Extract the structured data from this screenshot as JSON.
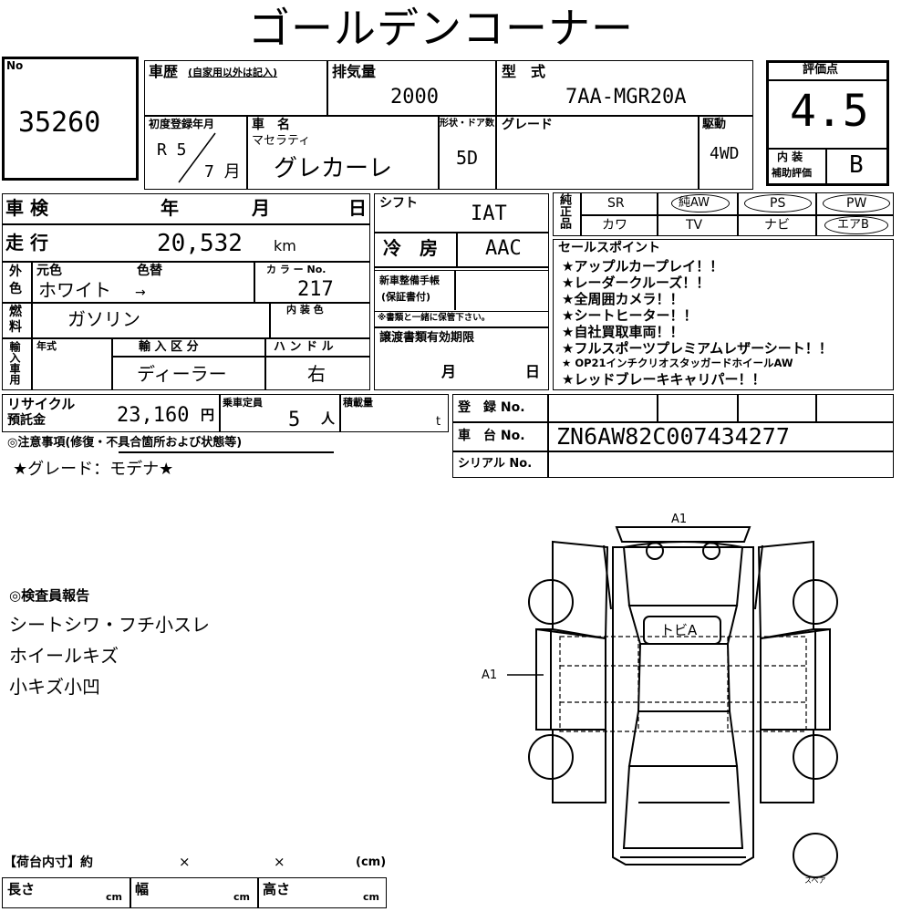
{
  "title": "ゴールデンコーナー",
  "entry": {
    "no_label": "No",
    "number": "35260"
  },
  "history": {
    "label": "車歴",
    "note": "(自家用以外は記入)"
  },
  "displacement": {
    "label": "排気量",
    "value": "2000"
  },
  "model": {
    "label": "型　式",
    "value": "7AA-MGR20A"
  },
  "score": {
    "label": "評価点",
    "value": "4.5",
    "interior_label_1": "内 装",
    "interior_label_2": "補助評価",
    "interior_value": "B"
  },
  "registration": {
    "label": "初度登録年月",
    "era": "R 5",
    "month": "7 月"
  },
  "car_name": {
    "label": "車　名",
    "maker": "マセラティ",
    "name": "グレカーレ"
  },
  "doors": {
    "label": "形状・ドア数",
    "value": "5D"
  },
  "grade": {
    "label": "グレード"
  },
  "drive": {
    "label": "駆動",
    "value": "4WD"
  },
  "inspection": {
    "label": "車 検",
    "year": "年",
    "month": "月",
    "day": "日"
  },
  "shift": {
    "label": "シフト",
    "value": "IAT"
  },
  "mileage": {
    "label": "走 行",
    "value": "20,532",
    "unit": "km"
  },
  "ac": {
    "label": "冷　房",
    "value": "AAC"
  },
  "color": {
    "side_1": "外",
    "side_2": "色",
    "orig_label": "元色",
    "change_label": "色替",
    "orig_value": "ホワイト",
    "arrow": "→",
    "code_label": "カ ラ ー No.",
    "code_value": "217",
    "interior_label": "内 装 色"
  },
  "warranty": {
    "label_1": "新車整備手帳",
    "label_2": "(保証書付)",
    "note": "※書類と一緒に保管下さい。"
  },
  "fuel": {
    "side_1": "燃",
    "side_2": "料",
    "value": "ガソリン"
  },
  "import": {
    "side": "輸入車用",
    "year_label": "年式",
    "category_label": "輸 入 区 分",
    "category_value": "ディーラー",
    "handle_label": "ハ ン ド ル",
    "handle_value": "右"
  },
  "transfer": {
    "label": "譲渡書類有効期限",
    "month": "月",
    "day": "日"
  },
  "equipment": {
    "side": "純正品",
    "row1": [
      "SR",
      "純AW",
      "PS",
      "PW"
    ],
    "row2": [
      "カワ",
      "TV",
      "ナビ",
      "エアB"
    ]
  },
  "sales_points": {
    "label": "セールスポイント",
    "items": [
      "★アップルカープレイ！！",
      "★レーダークルーズ！！",
      "★全周囲カメラ！！",
      "★シートヒーター！！",
      "★自社買取車両！！",
      "★フルスポーツプレミアムレザーシート！！",
      "★ OP21インチクリオスタッガードホイールAW",
      "★レッドブレーキキャリパー！！"
    ]
  },
  "recycle": {
    "label_1": "リサイクル",
    "label_2": "預託金",
    "value": "23,160",
    "unit": "円"
  },
  "capacity": {
    "label": "乗車定員",
    "value": "5",
    "unit": "人"
  },
  "load": {
    "label": "積載量",
    "unit": "t"
  },
  "reg_no": {
    "label": "登　録 No."
  },
  "chassis": {
    "label": "車　台 No.",
    "value": "ZN6AW82C007434277"
  },
  "serial": {
    "label": "シリアル No."
  },
  "notes": {
    "label": "◎注意事項(修復・不具合箇所および状態等)",
    "text": "★グレード：モデナ★"
  },
  "inspector": {
    "label": "◎検査員報告",
    "lines": [
      "シートシワ・フチ小スレ",
      "ホイールキズ",
      "小キズ小凹"
    ]
  },
  "diagram": {
    "top_mark": "A1",
    "side_mark": "A1",
    "roof_mark": "トビA",
    "spare": "スペア"
  },
  "cargo": {
    "label": "【荷台内寸】約",
    "x1": "×",
    "x2": "×",
    "unit": "(cm)",
    "length": "長さ",
    "width": "幅",
    "height": "高さ",
    "cm": "cm"
  }
}
